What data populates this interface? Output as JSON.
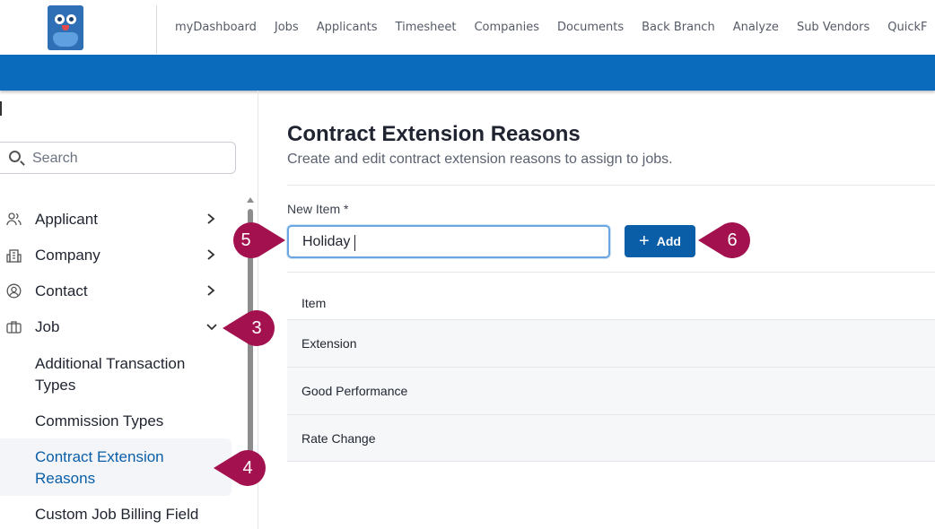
{
  "header": {
    "logo_icon": "owl-logo-icon",
    "nav": [
      "myDashboard",
      "Jobs",
      "Applicants",
      "Timesheet",
      "Companies",
      "Documents",
      "Back Branch",
      "Analyze",
      "Sub Vendors",
      "QuickF"
    ]
  },
  "colors": {
    "accent": "#0a6bbd",
    "button": "#0a5ea8",
    "callout": "#a3124f"
  },
  "sidebar": {
    "search_placeholder": "Search",
    "menu": [
      {
        "label": "Applicant",
        "icon": "users-icon",
        "expanded": false
      },
      {
        "label": "Company",
        "icon": "building-icon",
        "expanded": false
      },
      {
        "label": "Contact",
        "icon": "contact-circle-icon",
        "expanded": false
      },
      {
        "label": "Job",
        "icon": "briefcase-icon",
        "expanded": true
      }
    ],
    "submenu": [
      {
        "label": "Additional Transaction Types"
      },
      {
        "label": "Commission Types"
      },
      {
        "label": "Contract Extension Reasons",
        "active": true
      },
      {
        "label": "Custom Job Billing Field"
      }
    ]
  },
  "main": {
    "title": "Contract Extension Reasons",
    "subtitle": "Create and edit contract extension reasons to assign to jobs.",
    "new_item_label": "New Item *",
    "new_item_value": "Holiday",
    "add_label": "Add",
    "table": {
      "header": "Item",
      "rows": [
        "Extension",
        "Good Performance",
        "Rate Change"
      ]
    }
  },
  "callouts": [
    "3",
    "4",
    "5",
    "6"
  ]
}
